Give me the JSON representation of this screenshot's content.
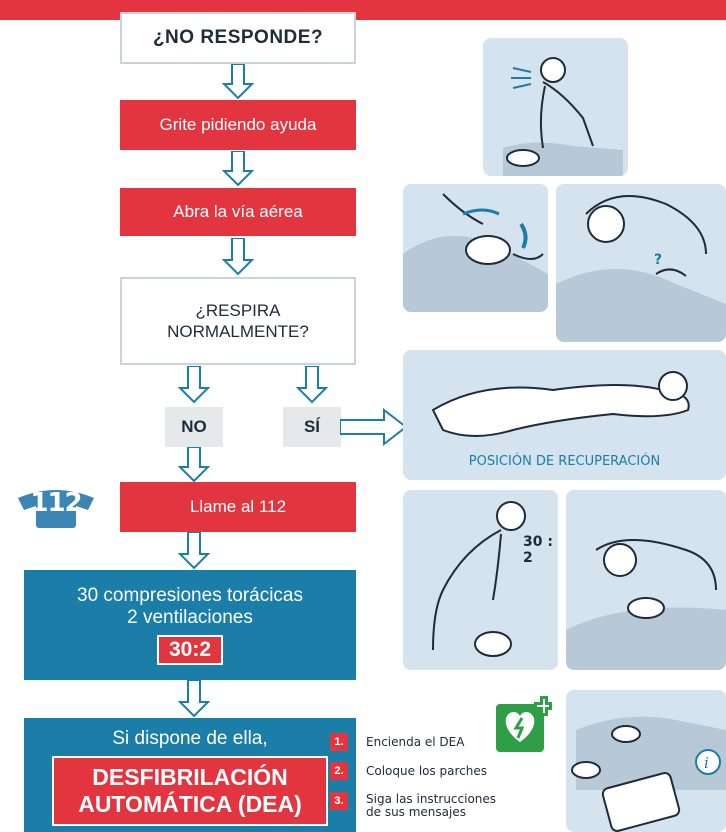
{
  "flow": {
    "no_responde": "¿NO RESPONDE?",
    "grite": "Grite pidiendo ayuda",
    "abra": "Abra la vía aérea",
    "respira_line1": "¿RESPIRA",
    "respira_line2": "NORMALMENTE?",
    "no": "NO",
    "si": "SÍ",
    "llame": "Llame al 112",
    "compresiones_line1": "30 compresiones torácicas",
    "compresiones_line2": "2 ventilaciones",
    "ratio": "30:2",
    "dea_intro": "Si dispone de ella,",
    "dea_line1": "DESFIBRILACIÓN",
    "dea_line2": "AUTOMÁTICA (DEA)"
  },
  "phone": {
    "number": "112"
  },
  "panels": {
    "recovery_label": "POSICIÓN DE RECUPERACIÓN",
    "cpr_ratio": "30 : 2"
  },
  "aed_steps": [
    {
      "num": "1.",
      "text": "Encienda el DEA"
    },
    {
      "num": "2.",
      "text": "Coloque los parches"
    },
    {
      "num": "3.",
      "text_line1": "Siga las instrucciones",
      "text_line2": "de sus mensajes"
    }
  ],
  "colors": {
    "red": "#e2353f",
    "blue": "#1a7ea8",
    "panel": "#d5e3ee",
    "aed_green": "#2e9f47"
  }
}
